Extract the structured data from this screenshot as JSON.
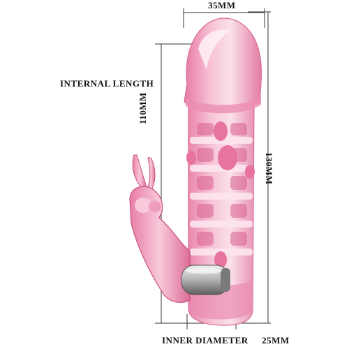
{
  "product": {
    "name": "pink-sleeve-with-rabbit",
    "colors": {
      "body": "#f3a6c3",
      "body_dark": "#d9608f",
      "highlight": "#ffe3ef",
      "bullet": "#9a9a9a",
      "line": "#333333"
    }
  },
  "dimensions": {
    "width_top": "35MM",
    "internal_length_label": "INTERNAL LENGTH",
    "internal_length": "110MM",
    "total_length": "130MM",
    "inner_diameter_label": "INNER DIAMETER",
    "inner_diameter": "25MM"
  }
}
